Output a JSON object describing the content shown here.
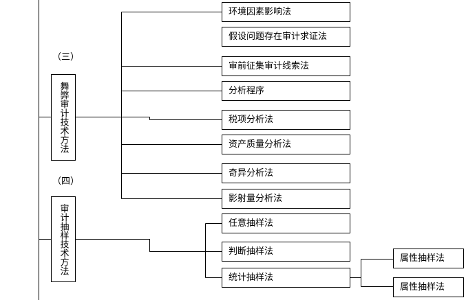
{
  "section3": {
    "number": "（三）",
    "title": "舞弊审计技术方法",
    "methods": [
      "环境因素影响法",
      "假设问题存在审计求证法",
      "审前征集审计线索法",
      "分析程序",
      "税项分析法",
      "资产质量分析法",
      "奇异分析法",
      "影射量分析法"
    ]
  },
  "section4": {
    "number": "（四）",
    "title": "审计抽样技术方法",
    "methods": [
      "任意抽样法",
      "判断抽样法",
      "统计抽样法"
    ],
    "statistical_submethods": [
      "属性抽样法",
      "属性抽样法"
    ]
  }
}
